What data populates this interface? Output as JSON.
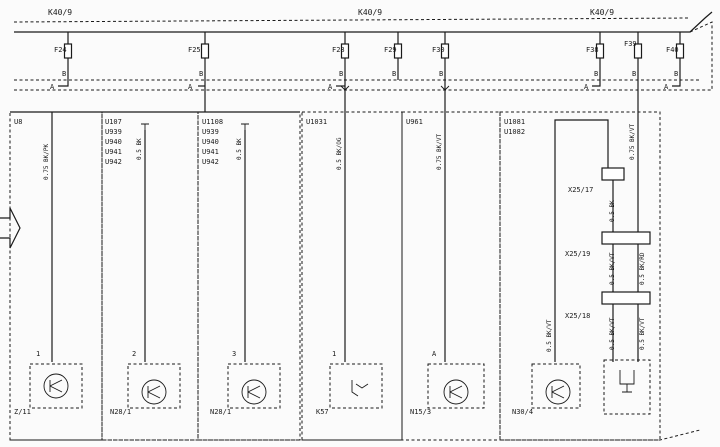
{
  "bus": {
    "connector_labels": [
      "K40/9",
      "K40/9",
      "K40/9"
    ]
  },
  "fuses": [
    {
      "id": "F24",
      "pin": "B",
      "label_a": "A"
    },
    {
      "id": "F25",
      "pin": "B",
      "label_a": "A"
    },
    {
      "id": "F28",
      "pin": "B",
      "label_a": "A"
    },
    {
      "id": "F29",
      "pin": "B",
      "label_a": ""
    },
    {
      "id": "F30",
      "pin": "B",
      "label_a": ""
    },
    {
      "id": "F38",
      "pin": "B",
      "label_a": "A"
    },
    {
      "id": "F39",
      "pin": "B",
      "label_a": ""
    },
    {
      "id": "F40",
      "pin": "B",
      "label_a": "A"
    }
  ],
  "sections": [
    {
      "codes": [
        "U8"
      ],
      "wire": "0.75 BK/PK",
      "pin": "1",
      "component": "Z/11"
    },
    {
      "codes": [
        "U107",
        "U939",
        "U940",
        "U941",
        "U942"
      ],
      "wire": "0.5 BK",
      "pin": "2",
      "component": "N28/1"
    },
    {
      "codes": [
        "U1108",
        "U939",
        "U940",
        "U941",
        "U942"
      ],
      "wire": "0.5 BK",
      "pin": "3",
      "component": "N28/1"
    },
    {
      "codes": [
        "U1031"
      ],
      "wire": "0.5 BK/OG",
      "pin": "1",
      "component": "K57"
    },
    {
      "codes": [
        "U961"
      ],
      "wire": "0.75 BK/VT",
      "pin": "A",
      "component": "N15/3"
    },
    {
      "codes": [
        "U1081",
        "U1082"
      ],
      "wire": "0.5 BK/VT",
      "pin": "",
      "component": "N30/4"
    }
  ],
  "connectors": [
    "X25/17",
    "X25/19",
    "X25/18"
  ],
  "right_wires": [
    "0.75 BK/VT",
    "0.5 BK",
    "0.5 BK/VT",
    "0.5 BK/RD",
    "0.5 BK/VT",
    "0.5 BK/VT"
  ]
}
